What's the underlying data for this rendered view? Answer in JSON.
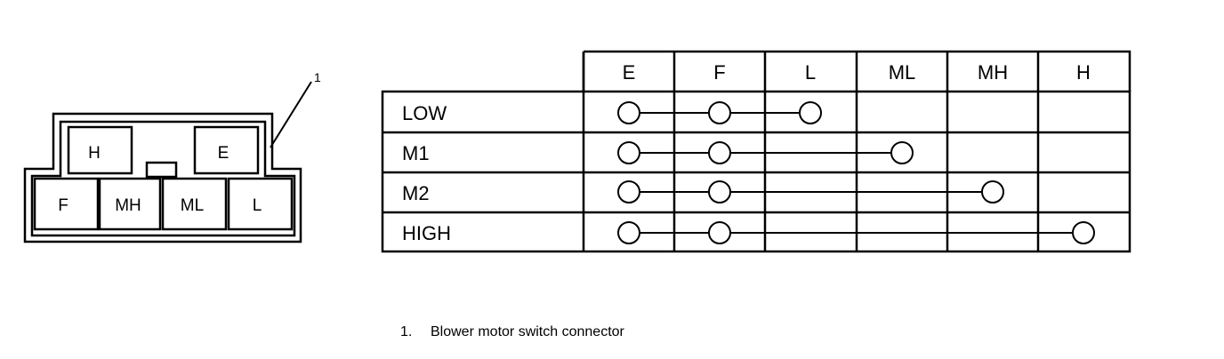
{
  "callout_number": "1",
  "connector": {
    "top_terminals": [
      "H",
      "E"
    ],
    "bottom_terminals": [
      "F",
      "MH",
      "ML",
      "L"
    ]
  },
  "table": {
    "columns": [
      "E",
      "F",
      "L",
      "ML",
      "MH",
      "H"
    ],
    "rows": [
      {
        "label": "LOW",
        "connected": [
          "E",
          "F",
          "L"
        ]
      },
      {
        "label": "M1",
        "connected": [
          "E",
          "F",
          "ML"
        ]
      },
      {
        "label": "M2",
        "connected": [
          "E",
          "F",
          "MH"
        ]
      },
      {
        "label": "HIGH",
        "connected": [
          "E",
          "F",
          "H"
        ]
      }
    ]
  },
  "caption": {
    "number": "1.",
    "text": "Blower motor switch connector"
  }
}
